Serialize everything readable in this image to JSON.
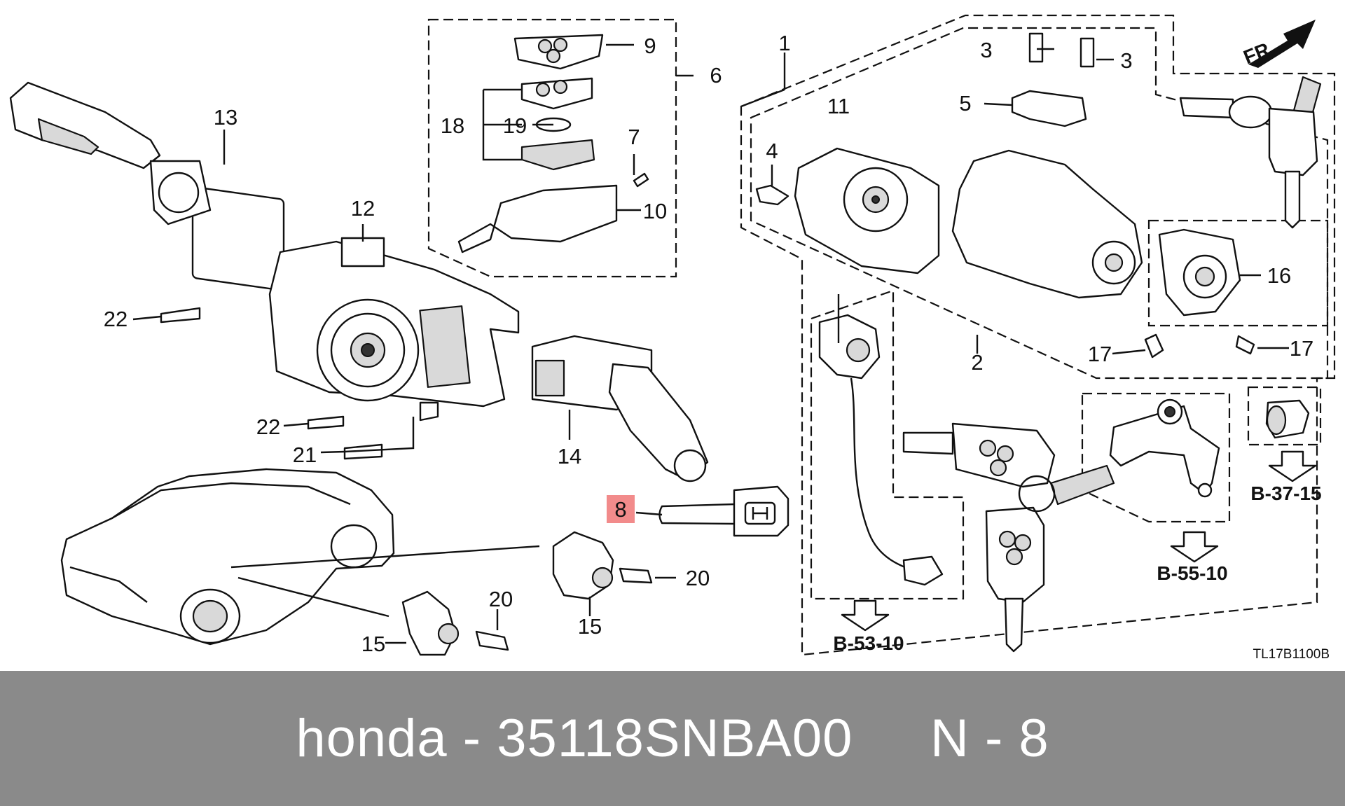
{
  "diagram": {
    "part_numbers": {
      "p1": "1",
      "p2": "2",
      "p3a": "3",
      "p3b": "3",
      "p4": "4",
      "p5": "5",
      "p6": "6",
      "p7": "7",
      "p8": "8",
      "p9": "9",
      "p10": "10",
      "p11": "11",
      "p12": "12",
      "p13": "13",
      "p14": "14",
      "p15a": "15",
      "p15b": "15",
      "p16": "16",
      "p17a": "17",
      "p17b": "17",
      "p18": "18",
      "p19": "19",
      "p20a": "20",
      "p20b": "20",
      "p21": "21",
      "p22a": "22",
      "p22b": "22"
    },
    "references": {
      "b5310": "B-53-10",
      "b5510": "B-55-10",
      "b3715": "B-37-15"
    },
    "direction_label": "FR.",
    "drawing_code": "TL17B1100B",
    "highlight_color": "#f28b8b"
  },
  "footer": {
    "text": "honda - 35118SNBA00     N - 8"
  }
}
